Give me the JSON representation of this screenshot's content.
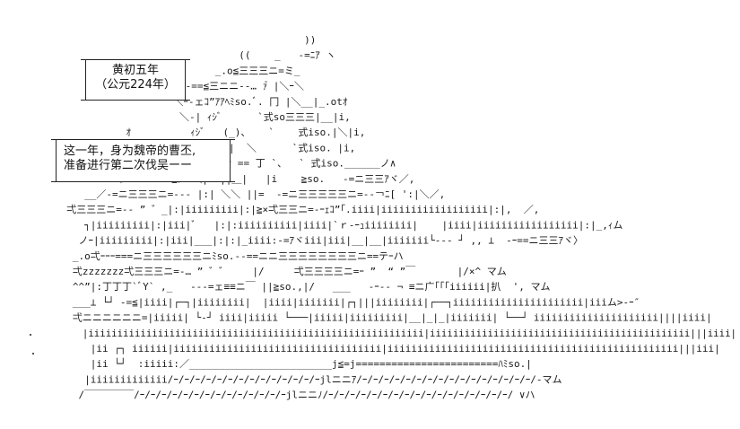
{
  "caption_date": {
    "line1": "黄初五年",
    "line2": "（公元224年）"
  },
  "caption_story": {
    "line1": "这一年，身为魏帝的曹丕,",
    "line2": "准备进行第二次伐吴ーー"
  },
  "art_rows": [
    "                                                  ))",
    "                                       ((    _   -=ﾆｱ ヽ",
    "                                   _.o≦三三三ニ=ミ_",
    "                            r--==≦三ニニ-‐… ｧ゙ |＼ｰ＼",
    "                            ＼ｰ-ェｺ”ｱｱﾍﾐso.ﾞ. 冂 |＼__|_.otｵ",
    "                             ＼-| ｨｼﾞ      `式so三三三|__|i,",
    "                    ｵ          ｨｼﾞ   (_)、   `    式iso.|＼|i,",
    "                   ／゛ﾐo.   .ｨｼﾞ    ／|  ＼      `式iso. |i,",
    "                 ┐ ゛゛ﾐso.ｼﾞ  ｱヾ／_⊥_ｧ == 丁 `、  ` 式iso.______ノ∧",
    "                   ／ >so.-=≦ｱヾ＼|  ||＿|   |i    ≧so.   -=ニ三三ｱヾ／,",
    "             __／-=ニ三三三ニ=--- |:| ＼＼ ||=  -=ニ三三三三三ニ=--￢ﾆ[ ':|＼／,",
    "          弌三三三ニ=-- ” ゛_|:|iiiiiiiii|:|≧×弌三三ニ=-ｰｪｺ”｢.iiii|iiiiiiiiiiiiiiiiii|:|,  ／,",
    "             ┐|iiiiiiiii|:|iii|ﾞ   |:|:iiiiiiiiii|iiii|`ｒ-ｰｭiiiiiiii|    |iiii|iiiiiiiiiiiiiiiii|:|_,ｨム",
    "            ノｰ|iiiiiiiii|:|iii|___|:|:|_iiii:-=ｱヾiii|iii|__|__|iiiiiii└--- ┘ ,, ⊥  -ｰ==ニ三三ｱヾ〉",
    "           _.o弌ｰｰｰ===ニ三三三三三三ニﾐso.--==ニニ三三三三三三三三ニ==テｰハ",
    "           弌zzzzzzz弌三三三ニ=-… ” ゛゛    |/     弌三三三三ニ=ｰ ”  “ ”￣       |/×^ マム",
    "           ^^”|:丁丁丁`ﾞY` ,_   ---=ェ≡≡ニ￣ ||≧so.,|/   ___   -ｰ-- ¬ ≡ニ广｢｢｢iiiiii|扒  ', マム",
    "           ___⊥ └┘ -=≦|iiii|┌─┐|iiiiiiii|  |iiii|iiiiiii|┌┐|||iiiiiiii|┌──┐iiiiiiiiiiiiiiiiiiiiii|iiiム>-ｰ″",
    "           弌ニニニニニニ=|iiiii| └-┘ iiii|iiiii └───|iiiii|iiiiiiiii|__|_|_|iiiiiii| └──┘ iiiiiiiiiiiiiiiiiiiii||||iiii|",
    "             |iiiiiiiiiiiiiiiiiiiiiiiiiiiiiiiiiiiiiiiiiiiiiiiiiiiiiiiiii|iiiiiiiiiiiiiiiiiiiiiiiiiiiiiiiiiiiiiiiiiiiii|||iiii|",
    "              |ii ┌┐ iiiiii|iiiiiiiiiiiiiiiiiiiiiiiiiiiiiiiiiii|iiiiiiiiiiiiiiiiiiiiiiiiiiiiiiiiiiiiiiiiiiiiiiiii|||iii|",
    "              |ii └┘  :iiiii:／________________________j≦=j========================ﾊﾐso.|",
    "             |iiiiiiiiiiiii/ｰ/ｰ/ｰ/ｰ/ｰ/ｰ/ｰ/ｰ/ｰ/ｰ/ｰ/ｰ/ｰ/ｰjlニニｱ/ｰ/ｰ/ｰ/ｰ/ｰ/ｰ/ｰ/ｰ/ｰ/ｰ/ｰ/ｰ/ｰ/ｰ/ｰ/ｰ/-マム",
    "            /￣￣￣￣￣/ｰ/ｰ/ｰ/ｰ/ｰ/ｰ/ｰ/ｰ/ｰ/ｰ/ｰ/ｰ/ｰ/ｰjlニニﾉ/ｰ/ｰ/ｰ/ｰ/ｰ/ｰ/ｰ/ｰ/ｰ/ｰ/ｰ/ｰ/ｰ/ｰ/ｰ/ｰ/ｰ/ ∨ハ"
  ]
}
